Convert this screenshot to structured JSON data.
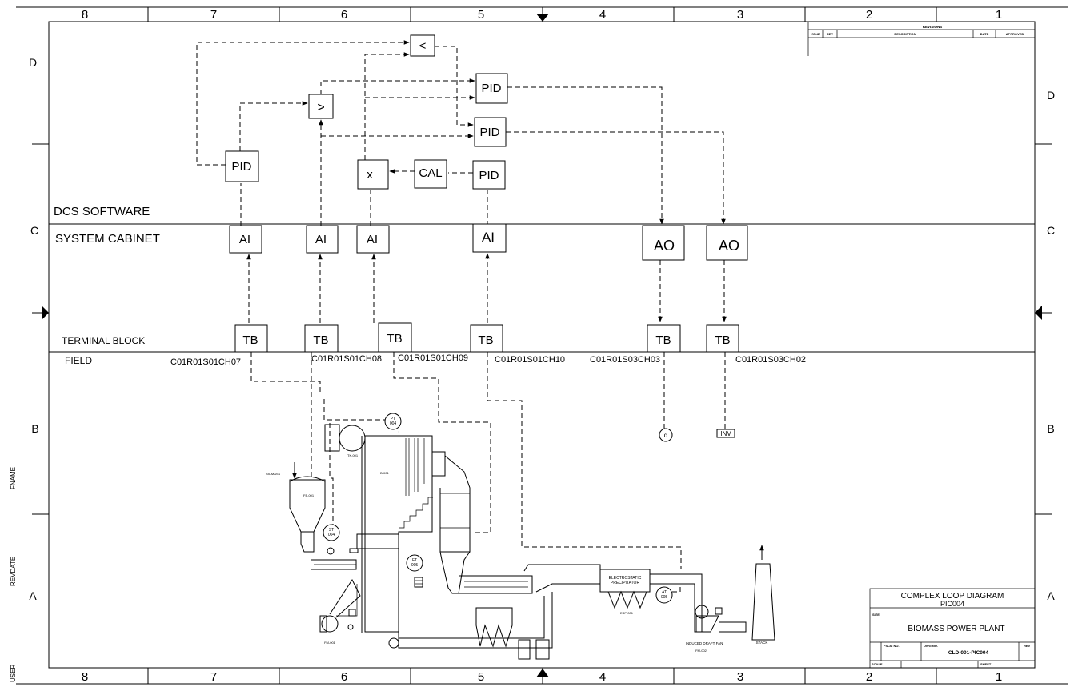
{
  "border": {
    "columns": [
      "8",
      "7",
      "6",
      "5",
      "4",
      "3",
      "2",
      "1"
    ],
    "rows": [
      "D",
      "C",
      "B",
      "A"
    ]
  },
  "revisions": {
    "title": "REVISIONS",
    "headers": [
      "ZONE",
      "REV",
      "DESCRIPTION",
      "DATE",
      "APPROVED"
    ]
  },
  "sections": {
    "dcs": "DCS SOFTWARE",
    "cabinet": "SYSTEM CABINET",
    "terminal": "TERMINAL BLOCK",
    "field": "FIELD"
  },
  "blocks": {
    "pid": "PID",
    "ai": "AI",
    "ao": "AO",
    "tb": "TB",
    "cal": "CAL",
    "mult": "x",
    "high_select": ">",
    "low_select": "<"
  },
  "channels": [
    "C01R01S01CH07",
    "C01R01S01CH08",
    "C01R01S01CH09",
    "C01R01S01CH10",
    "C01R01S03CH03",
    "C01R01S03CH02"
  ],
  "field_devices": {
    "damper": "d",
    "inverter": "INV"
  },
  "instruments": {
    "pt004": [
      "PT",
      "004"
    ],
    "st004": [
      "ST",
      "004"
    ],
    "ft005": [
      "FT",
      "005"
    ],
    "at005": [
      "AT",
      "005"
    ]
  },
  "equipment": {
    "tank": "TK-001",
    "boiler": "B-001",
    "biomass": "BIOMASS",
    "feeder": "FB-001",
    "esp": [
      "ELECTROSTATIC",
      "PRECIPITATOR"
    ],
    "esp_tag": "ESP-001",
    "fan": "INDUCED DRAFT FAN",
    "fan_tag": "FM-002",
    "fm001": "FM-001",
    "stack": "STACK"
  },
  "title_block": {
    "title": "COMPLEX LOOP DIAGRAM",
    "subtitle": "PIC004",
    "size_label": "SIZE",
    "company": "BIOMASS POWER PLANT",
    "fscm_label": "FSCM NO.",
    "dwg_label": "DWG NO.",
    "rev_label": "REV",
    "dwg_no": "CLD-001-PIC004",
    "scale_label": "SCALE",
    "sheet_label": "SHEET"
  },
  "margin": {
    "fname": "FNAME",
    "revdate": "REVDATE",
    "user": "USER"
  }
}
